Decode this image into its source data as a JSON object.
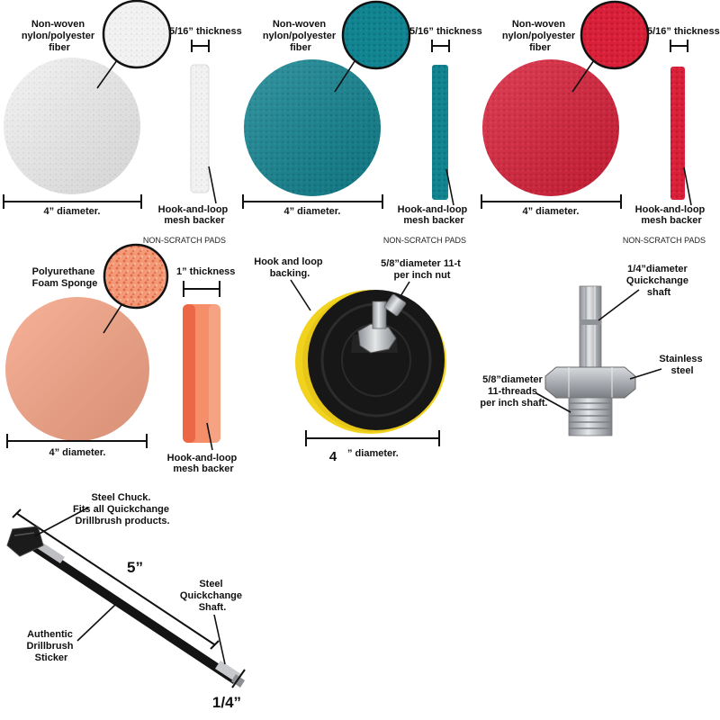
{
  "colors": {
    "white_pad": "#f1f1f1",
    "teal_pad": "#11808a",
    "red_pad": "#d61f38",
    "foam_pad": "#f4a283",
    "foam_dark": "#e85d47",
    "backer_yellow": "#f1d21c",
    "backer_black": "#161616",
    "steel": "#b9bcc0"
  },
  "panels": {
    "white": {
      "fiber": [
        "Non-woven",
        "nylon/polyester",
        "fiber"
      ],
      "thickness": "5/16” thickness",
      "diameter": "4” diameter.",
      "backer": [
        "Hook-and-loop",
        "mesh backer"
      ]
    },
    "teal": {
      "fiber": [
        "Non-woven",
        "nylon/polyester",
        "fiber"
      ],
      "thickness": "5/16” thickness",
      "diameter": "4” diameter.",
      "backer": [
        "Hook-and-loop",
        "mesh backer"
      ],
      "tag": "NON-SCRATCH PADS"
    },
    "red": {
      "fiber": [
        "Non-woven",
        "nylon/polyester",
        "fiber"
      ],
      "thickness": "5/16” thickness",
      "diameter": "4” diameter.",
      "backer": [
        "Hook-and-loop",
        "mesh backer"
      ],
      "tag": "NON-SCRATCH PADS"
    },
    "white_tag": "NON-SCRATCH PADS",
    "foam": {
      "material": [
        "Polyurethane",
        "Foam Sponge"
      ],
      "thickness": "1” thickness",
      "diameter": "4” diameter.",
      "backer": [
        "Hook-and-loop",
        "mesh backer"
      ]
    },
    "backing": {
      "label": [
        "Hook and loop",
        "backing."
      ],
      "nut": [
        "5/8”diameter 11-t",
        "per inch nut"
      ],
      "diameter_num": "4",
      "diameter_text": "” diameter."
    },
    "adapter": {
      "shaft": [
        "1/4”diameter",
        "Quickchange",
        "shaft"
      ],
      "material": [
        "Stainless",
        "steel"
      ],
      "threads": [
        "5/8”diameter",
        "11-threads",
        "per inch shaft."
      ]
    },
    "extension": {
      "chuck": [
        "Steel Chuck.",
        "Fits all Quickchange",
        "Drillbrush products."
      ],
      "length": "5”",
      "shaft": [
        "Steel",
        "Quickchange",
        "Shaft."
      ],
      "sticker": [
        "Authentic",
        "Drillbrush",
        "Sticker"
      ],
      "width": "1/4”"
    }
  }
}
